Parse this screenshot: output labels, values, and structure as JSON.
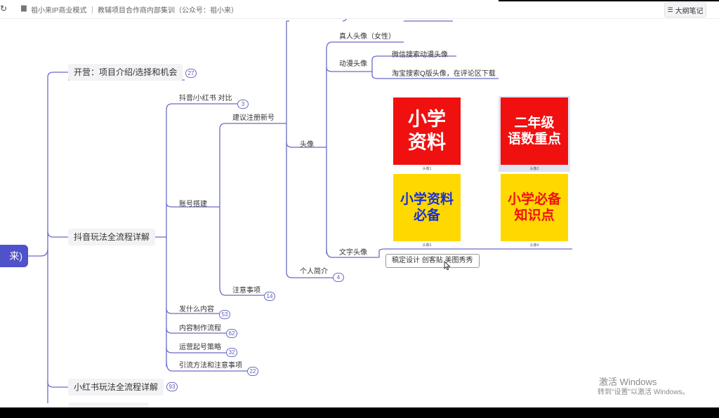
{
  "topbar": {
    "breadcrumb": "祖小来IP商业模式 ｜ 教辅项目合作商内部集训（公众号：祖小来）",
    "outline_button": "大纲笔记"
  },
  "root": {
    "label": "来)"
  },
  "nodes": {
    "kaiying": {
      "label": "开营：项目介绍/选择和机会",
      "count": "27"
    },
    "douyin": {
      "label": "抖音玩法全流程详解"
    },
    "xiaohongshu": {
      "label": "小红书玩法全流程详解",
      "count": "93"
    },
    "douyin_xhs_compare": {
      "label": "抖音/小红书 对比",
      "count": "3"
    },
    "account_setup": {
      "label": "账号搭建"
    },
    "register_new": {
      "label": "建议注册新号"
    },
    "notes": {
      "label": "注意事项",
      "count": "14"
    },
    "what_to_post": {
      "label": "发什么内容",
      "count": "53"
    },
    "content_flow": {
      "label": "内容制作流程",
      "count": "62"
    },
    "ops_strategy": {
      "label": "运营起号策略",
      "count": "32"
    },
    "traffic_methods": {
      "label": "引流方法和注意事项",
      "count": "22"
    },
    "avatar": {
      "label": "头像"
    },
    "bio": {
      "label": "个人简介",
      "count": "4"
    },
    "real_avatar": {
      "label": "真人头像（女性）"
    },
    "anime_avatar": {
      "label": "动漫头像"
    },
    "wechat_anime": {
      "label": "微信搜索动漫头像"
    },
    "taobao_q": {
      "label": "淘宝搜索Q版头像，在评论区下载"
    },
    "text_avatar": {
      "label": "文字头像"
    },
    "design_tools": {
      "label": "稿定设计  创客贴  美图秀秀"
    }
  },
  "avatars": [
    {
      "line1": "小学",
      "line2": "资料",
      "caption": "头像1",
      "style": "red-white"
    },
    {
      "line1": "二年级",
      "line2": "语数重点",
      "caption": "头像2",
      "style": "red-white"
    },
    {
      "line1": "小学资料",
      "line2": "必备",
      "caption": "头像3",
      "style": "yellow-blue"
    },
    {
      "line1": "小学必备",
      "line2": "知识点",
      "caption": "头像4",
      "style": "yellow-red"
    }
  ],
  "colors": {
    "accent": "#4f52c9",
    "line": "#6b6bc4",
    "avatar_red": "#f01010",
    "avatar_yellow": "#ffd800",
    "avatar_blue": "#1a2fd6"
  },
  "watermark": {
    "line1": "激活 Windows",
    "line2": "转到\"设置\"以激活 Windows。"
  }
}
